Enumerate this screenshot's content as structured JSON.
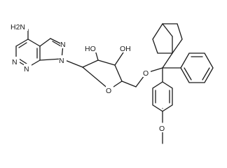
{
  "structure": {
    "labels": {
      "amine": "H2N",
      "n7": "N",
      "n9": "N",
      "n1": "N",
      "n3": "N",
      "oh_left": "HO",
      "oh_right": "OH",
      "ring_oxygen": "O",
      "ether_oxygen": "O",
      "methoxy": "O"
    }
  }
}
